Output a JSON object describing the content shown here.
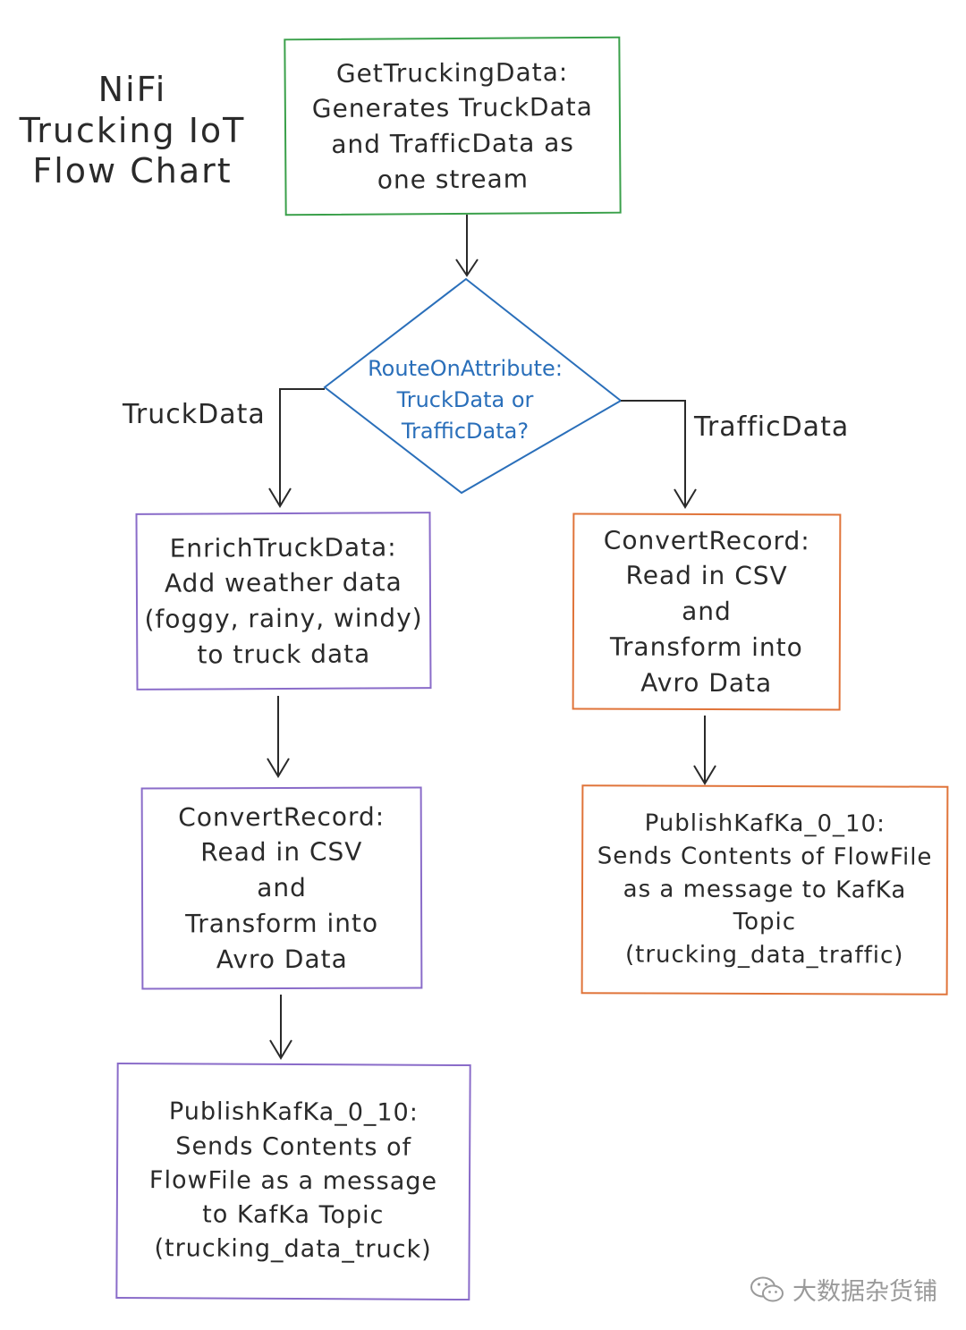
{
  "title": {
    "line1": "NiFi",
    "line2": "Trucking IoT",
    "line3": "Flow Chart"
  },
  "colors": {
    "ink": "#2a2a2a",
    "green": "#3aa04a",
    "blue": "#2a6fba",
    "purple": "#8a6cc9",
    "orange": "#e0743a",
    "watermark": "#9a9a9a"
  },
  "nodes": {
    "get_trucking": {
      "lines": [
        "GetTruckingData:",
        "Generates TruckData",
        "and TrafficData as",
        "one stream"
      ]
    },
    "route": {
      "lines": [
        "RouteOnAttribute:",
        "TruckData or",
        "TrafficData?"
      ]
    },
    "enrich": {
      "lines": [
        "EnrichTruckData:",
        "Add weather data",
        "(foggy, rainy, windy)",
        "to truck data"
      ]
    },
    "convert_left": {
      "lines": [
        "ConvertRecord:",
        "Read in CSV",
        "and",
        "Transform into",
        "Avro Data"
      ]
    },
    "publish_left": {
      "lines": [
        "PublishKafKa_0_10:",
        "Sends Contents of",
        "FlowFile as a message",
        "to KafKa Topic",
        "(trucking_data_truck)"
      ]
    },
    "convert_right": {
      "lines": [
        "ConvertRecord:",
        "Read in CSV",
        "and",
        "Transform into",
        "Avro Data"
      ]
    },
    "publish_right": {
      "lines": [
        "PublishKafKa_0_10:",
        "Sends Contents of FlowFile",
        "as a message to KafKa",
        "Topic",
        "(trucking_data_traffic)"
      ]
    }
  },
  "edges": {
    "left_label": "TruckData",
    "right_label": "TrafficData"
  },
  "watermark": {
    "text": "大数据杂货铺",
    "icon": "wechat-icon"
  }
}
